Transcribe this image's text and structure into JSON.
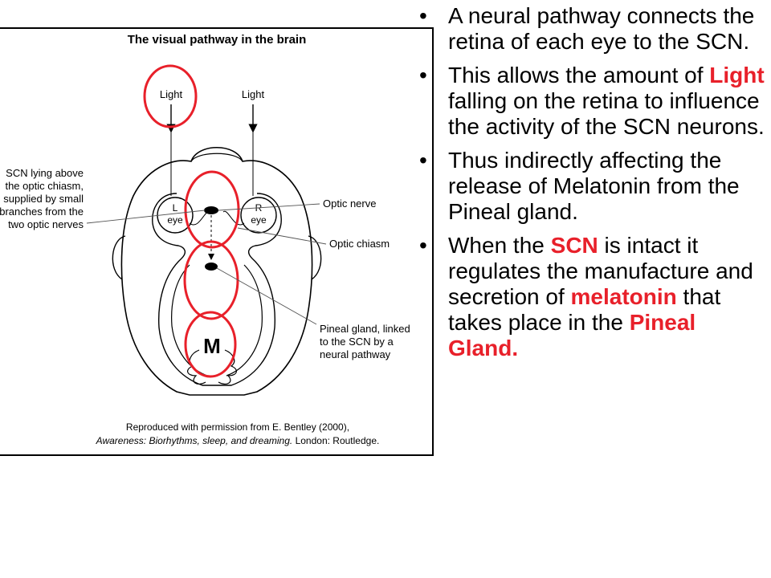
{
  "diagram": {
    "title": "The visual pathway in the brain",
    "light_left": "Light",
    "light_right": "Light",
    "eye_left": [
      "L",
      "eye"
    ],
    "eye_right": [
      "R",
      "eye"
    ],
    "scn_label": [
      "SCN lying above",
      "the optic chiasm,",
      "supplied by small",
      "branches from the",
      "two optic nerves"
    ],
    "optic_nerve_label": "Optic nerve",
    "optic_chiasm_label": "Optic chiasm",
    "pineal_label": [
      "Pineal gland, linked",
      "to the SCN by a",
      "neural pathway"
    ],
    "m_label": "M",
    "credit_line1": "Reproduced with permission from E. Bentley (2000),",
    "credit_line2_italic": "Awareness: Biorhythms, sleep, and dreaming.",
    "credit_line2_rest": " London: Routledge.",
    "colors": {
      "highlight": "#e8202a",
      "line": "#000000"
    }
  },
  "bullets": [
    {
      "parts": [
        {
          "text": "A neural pathway connects the retina of each eye to the SCN.",
          "hl": false
        }
      ]
    },
    {
      "parts": [
        {
          "text": "This allows the amount of ",
          "hl": false
        },
        {
          "text": "Light",
          "hl": true
        },
        {
          "text": " falling on the retina to influence the activity of the SCN neurons.",
          "hl": false
        }
      ]
    },
    {
      "parts": [
        {
          "text": "Thus indirectly  affecting the release of Melatonin from the Pineal gland.",
          "hl": false
        }
      ]
    },
    {
      "parts": [
        {
          "text": "When the ",
          "hl": false
        },
        {
          "text": "SCN",
          "hl": true
        },
        {
          "text": " is intact it regulates the manufacture and secretion of ",
          "hl": false
        },
        {
          "text": "melatonin",
          "hl": true
        },
        {
          "text": " that takes place in the ",
          "hl": false
        },
        {
          "text": "Pineal Gland.",
          "hl": true
        }
      ]
    }
  ]
}
